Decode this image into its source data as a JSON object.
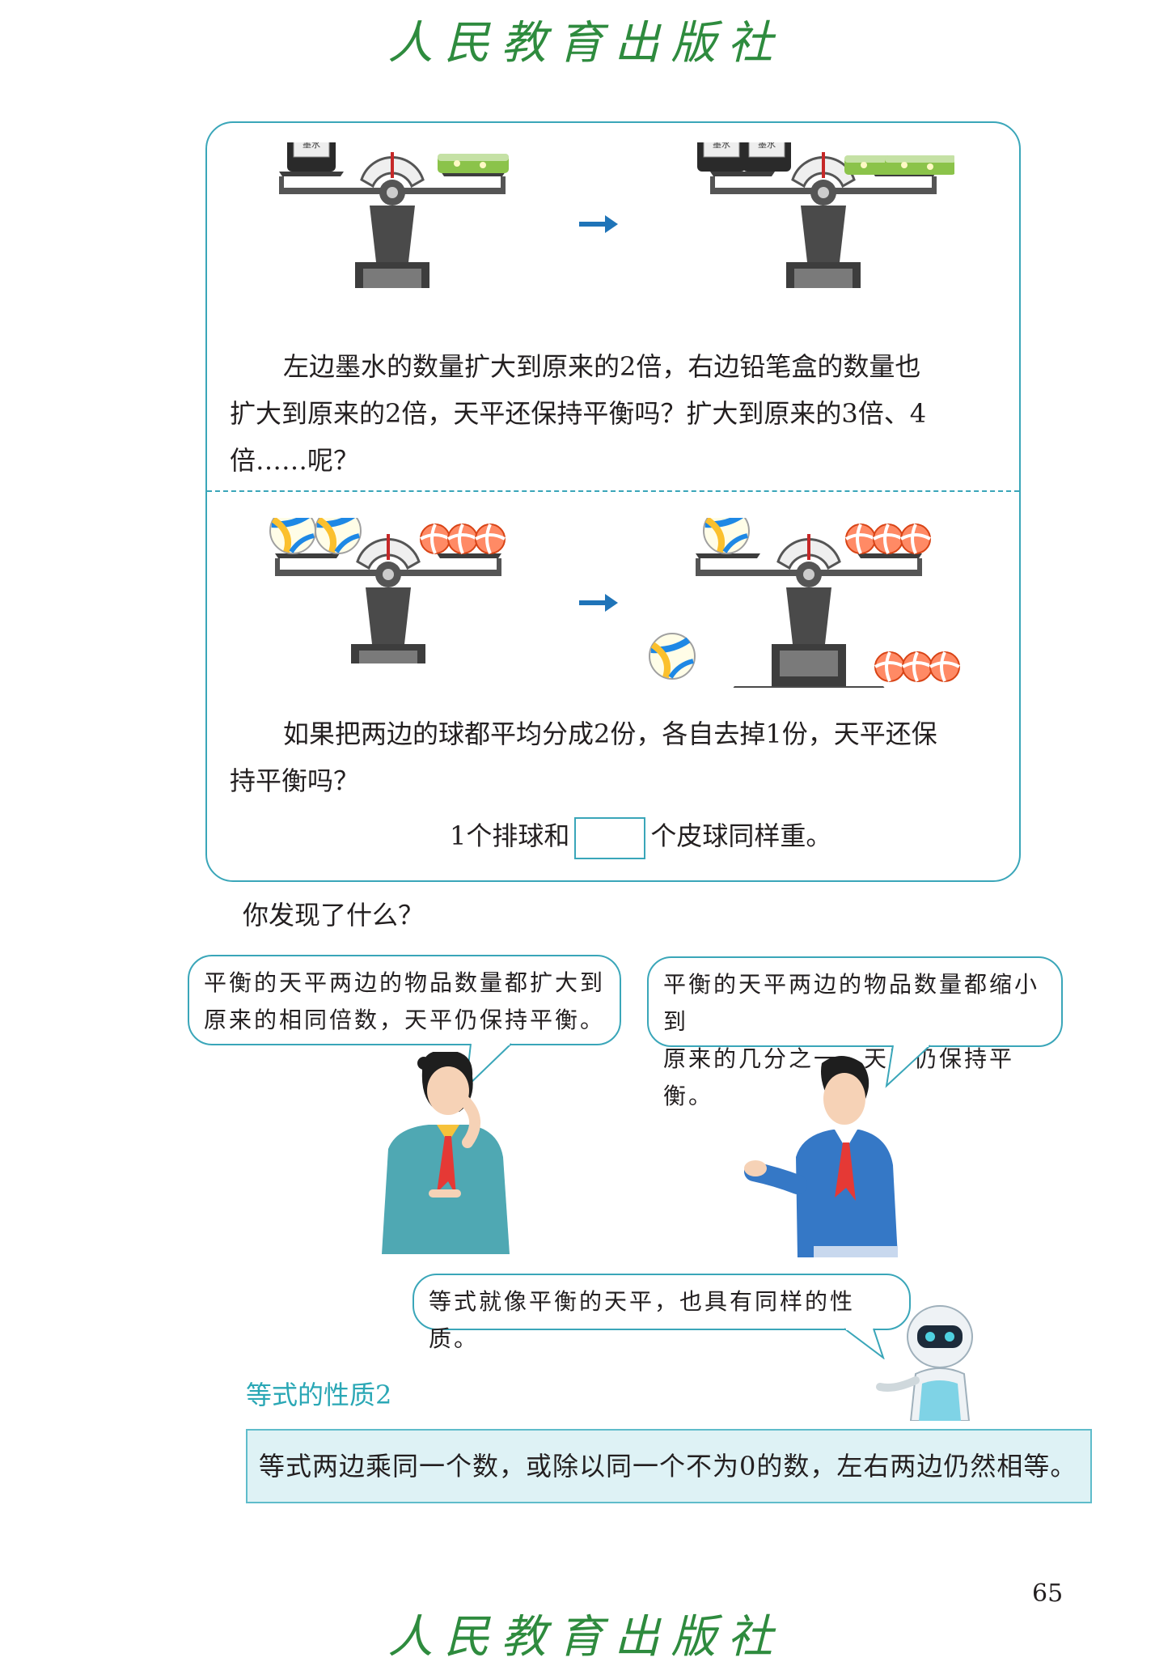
{
  "header": {
    "publisher": "人民教育出版社"
  },
  "footer": {
    "publisher": "人民教育出版社",
    "page_number": "65"
  },
  "ink_label": "墨水",
  "section1": {
    "line1": "左边墨水的数量扩大到原来的2倍，右边铅笔盒的数量也",
    "line2": "扩大到原来的2倍，天平还保持平衡吗？扩大到原来的3倍、4",
    "line3": "倍……呢？"
  },
  "section2": {
    "line1": "如果把两边的球都平均分成2份，各自去掉1份，天平还保",
    "line2": "持平衡吗？",
    "fill_before": "1个排球和",
    "fill_after": "个皮球同样重。"
  },
  "question": "你发现了什么？",
  "bubble_girl": {
    "line1": "平衡的天平两边的物品数量都扩大到",
    "line2": "原来的相同倍数，天平仍保持平衡。"
  },
  "bubble_boy": {
    "line1": "平衡的天平两边的物品数量都缩小到",
    "line2": "原来的几分之一，天平仍保持平衡。"
  },
  "bubble_robot": "等式就像平衡的天平，也具有同样的性质。",
  "property": {
    "title": "等式的性质2",
    "text": "等式两边乘同一个数，或除以同一个不为0的数，左右两边仍然相等。"
  },
  "colors": {
    "accent": "#3aa6b9",
    "arrow": "#1f74b8",
    "logo": "#2e8b3e",
    "rule_bg": "#def2f5"
  }
}
